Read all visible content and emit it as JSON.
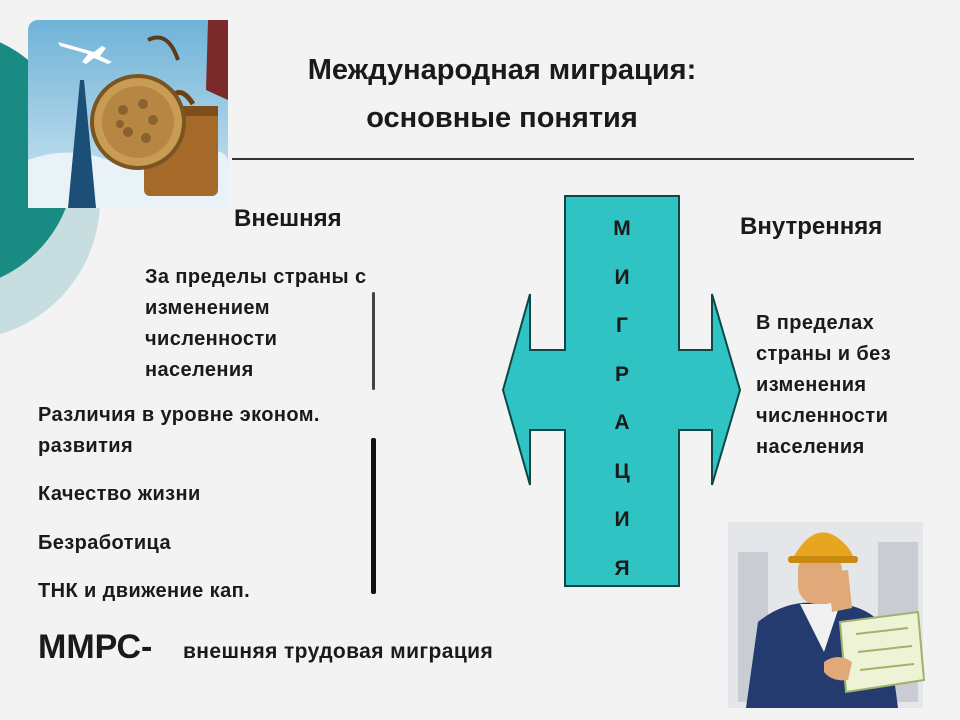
{
  "colors": {
    "background": "#f3f3f3",
    "arrow_fill": "#30c3c3",
    "arrow_stroke": "#0d4747",
    "teal_decor": "#1a8b83",
    "light_decor": "#c8dde0"
  },
  "title": {
    "line1": "Международная миграция:",
    "line2": "основные понятия"
  },
  "external": {
    "heading": "Внешняя",
    "definition": [
      "За пределы страны с",
      "изменением",
      "численности",
      "населения"
    ],
    "factors": [
      "Различия в уровне эконом.",
      "развития",
      "Качество жизни",
      "Безработица",
      "ТНК и движение кап."
    ]
  },
  "internal": {
    "heading": "Внутренняя",
    "definition": [
      "В пределах",
      "страны и без",
      "изменения",
      "численности",
      "населения"
    ]
  },
  "arrow": {
    "letters": [
      "М",
      "И",
      "Г",
      "Р",
      "А",
      "Ц",
      "И",
      "Я"
    ]
  },
  "footer": {
    "abbr": "ММРС-",
    "text": "внешняя трудовая миграция"
  },
  "illustrations": {
    "top_left": "travel-suitcase-illustration",
    "bottom_right": "worker-with-map-illustration"
  }
}
